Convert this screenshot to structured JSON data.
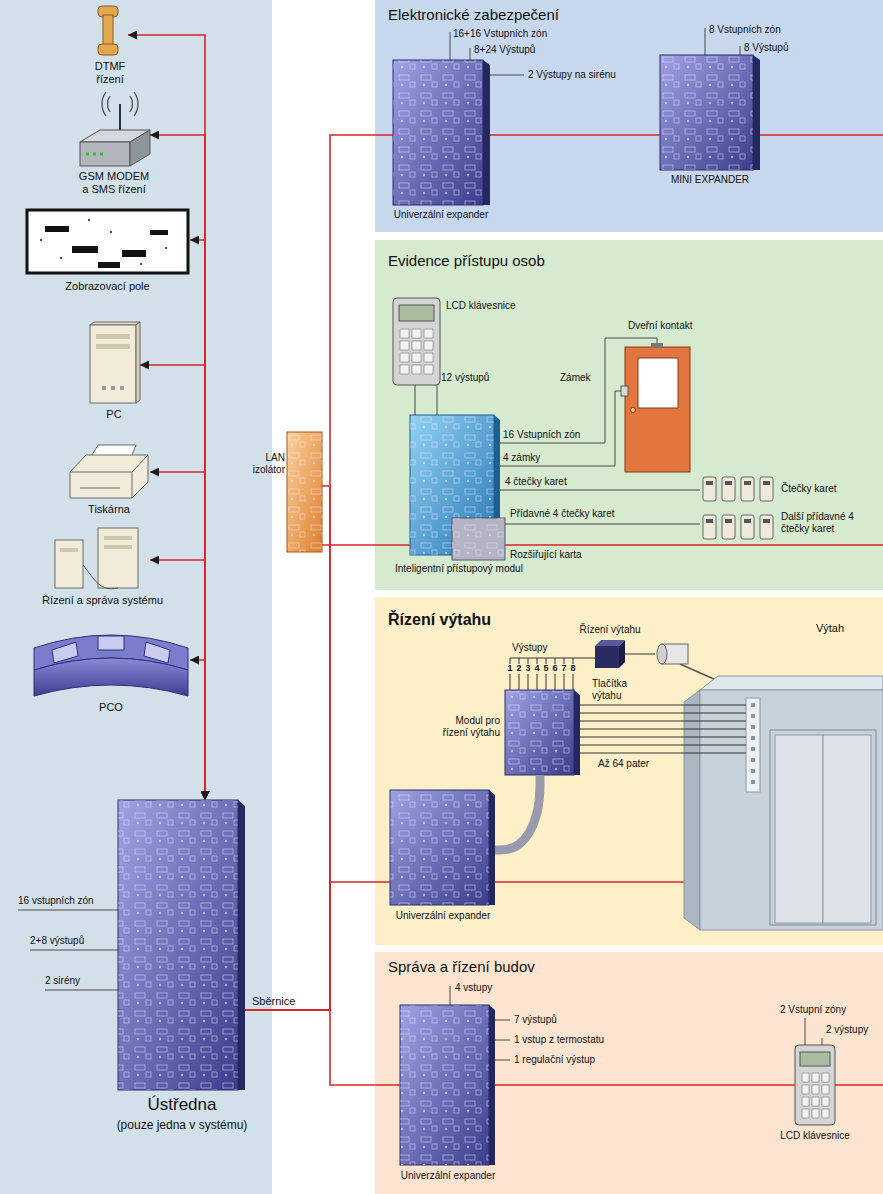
{
  "diagram": {
    "nodes": [
      {
        "text": [
          "DTMF řízení"
        ]
      },
      {
        "text": [
          "GSM MODEM a SMS řízení"
        ]
      },
      {
        "text": [
          "Zobrazovací pole"
        ]
      },
      {
        "text": [
          "PC"
        ]
      },
      {
        "text": [
          "Tiskárna"
        ]
      },
      {
        "text": [
          "Řízení a správa systému"
        ]
      },
      {
        "text": [
          "PCO"
        ]
      },
      {
        "text": [
          "Ústředna",
          "(pouze jedna v systému)"
        ]
      },
      {
        "text": [
          "LAN izolátor"
        ]
      },
      {
        "text": [
          "Elektronické zabezpečení"
        ]
      },
      {
        "text": [
          "Univerzální expander"
        ],
        "in": 9
      },
      {
        "text": [
          "MINI EXPANDER"
        ],
        "in": 9
      },
      {
        "text": [
          "Evidence přístupu osob"
        ]
      },
      {
        "text": [
          "LCD klávesnice"
        ],
        "in": 12
      },
      {
        "text": [
          "Inteligentní přístupový modul"
        ],
        "in": 12
      },
      {
        "text": [
          "Rozšiřující karta"
        ],
        "in": 12
      },
      {
        "text": [
          "Čtečky karet"
        ],
        "in": 12
      },
      {
        "text": [
          "Další přídavné 4 čtečky karet"
        ],
        "in": 12
      },
      {
        "text": [
          "Řízení výtahu"
        ]
      },
      {
        "text": [
          "Řízení výtahu"
        ],
        "in": 18
      },
      {
        "text": [
          "Výtah"
        ],
        "in": 18
      },
      {
        "text": [
          "Modul pro řízení výtahu"
        ],
        "in": 18
      },
      {
        "text": [
          "Univerzální expander"
        ],
        "in": 18
      },
      {
        "text": [
          "Správa a řízení budov"
        ]
      },
      {
        "text": [
          "Univerzální expander"
        ],
        "in": 23
      },
      {
        "text": [
          "LCD klávesnice"
        ],
        "in": 23
      }
    ],
    "edges": [
      {
        "from": 7,
        "to": 0,
        "arrow": "both"
      },
      {
        "from": 7,
        "to": 1,
        "arrow": "both"
      },
      {
        "from": 7,
        "to": 2,
        "arrow": "to"
      },
      {
        "from": 7,
        "to": 3,
        "arrow": "to"
      },
      {
        "from": 7,
        "to": 4,
        "arrow": "both"
      },
      {
        "from": 7,
        "to": 5,
        "arrow": "both"
      },
      {
        "from": 7,
        "to": 6,
        "arrow": "both"
      },
      {
        "from": 7,
        "to": 10,
        "arrow": "none"
      },
      {
        "from": 7,
        "to": 8,
        "arrow": "none"
      },
      {
        "from": 7,
        "to": 22,
        "arrow": "none"
      },
      {
        "from": 7,
        "to": 24,
        "arrow": "none"
      },
      {
        "from": 10,
        "to": 11,
        "arrow": "none"
      },
      {
        "from": 8,
        "to": 14,
        "arrow": "none"
      },
      {
        "from": 13,
        "to": 14,
        "arrow": "none"
      },
      {
        "from": 14,
        "to": 16,
        "label": "4 čtečky karet",
        "arrow": "none"
      },
      {
        "from": 15,
        "to": 17,
        "label": "Přídavné 4 čtečky karet",
        "arrow": "none"
      },
      {
        "from": 21,
        "to": 22,
        "arrow": "none"
      },
      {
        "from": 21,
        "to": 19,
        "label": "Výstupy",
        "arrow": "none"
      },
      {
        "from": 19,
        "to": 20,
        "arrow": "none"
      },
      {
        "from": 21,
        "to": 20,
        "label": "Až 64 pater",
        "arrow": "none"
      },
      {
        "from": 24,
        "to": 25,
        "arrow": "none"
      }
    ],
    "labels": [
      "16 vstupních zón",
      "2+8 výstupů",
      "2 sirény",
      "Sběrnice",
      "16+16 Vstupních zón",
      "8+24 Výstupů",
      "2 Výstupy na sirénu",
      "8 Vstupních zón",
      "8 Výstupů",
      "12 výstupů",
      "Dveřní kontakt",
      "Zámek",
      "16 Vstupních zón",
      "4 zámky",
      "1",
      "2",
      "3",
      "4",
      "5",
      "6",
      "7",
      "8",
      "Tlačítka výtahu",
      "4 vstupy",
      "7 výstupů",
      "1 vstup z termostatu",
      "1 regulační výstup",
      "2 Vstupní zóny",
      "2 výstupy"
    ]
  }
}
